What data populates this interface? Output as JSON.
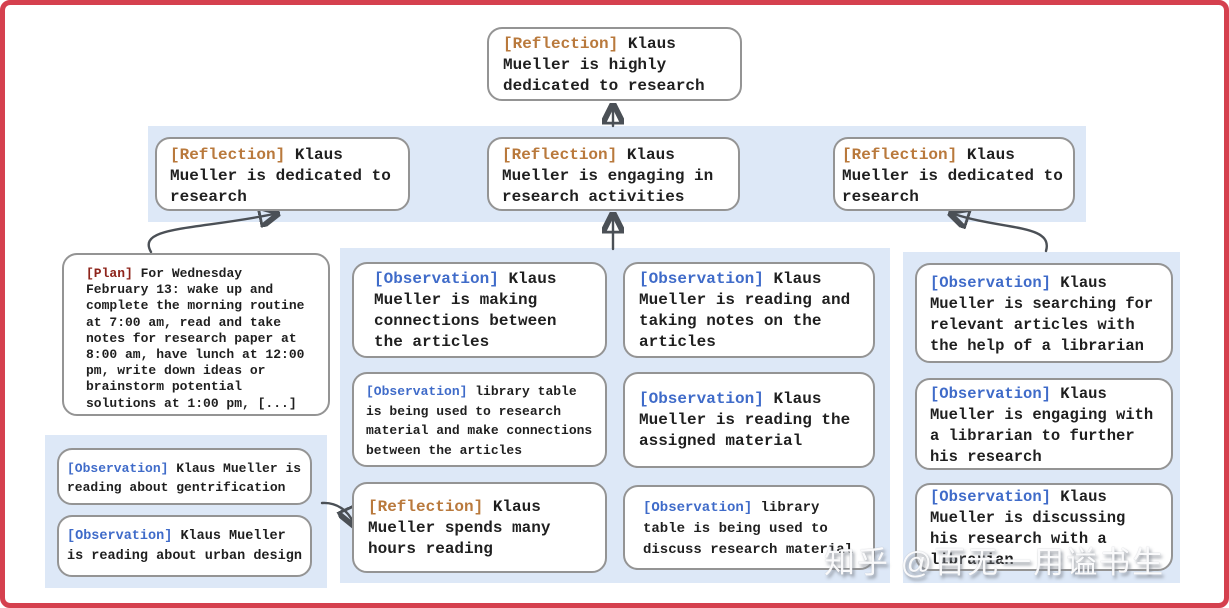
{
  "colors": {
    "frame_border": "#d5404e",
    "panel_blue": "#dde8f7",
    "box_border": "#949494",
    "reflection_tag": "#b9793c",
    "observation_tag": "#3f6bc9",
    "plan_tag": "#8e241b",
    "arrow": "#4b5056"
  },
  "watermark": {
    "text": "知乎 @百无一用谥书生"
  },
  "nodes": {
    "top": {
      "tag": "[Reflection]",
      "text": "Klaus Mueller is highly dedicated to research"
    },
    "r2b1": {
      "tag": "[Reflection]",
      "text": "Klaus Mueller is dedicated to research"
    },
    "r2b2": {
      "tag": "[Reflection]",
      "text": "Klaus Mueller is engaging in research activities"
    },
    "r2b3": {
      "tag": "[Reflection]",
      "text": "Klaus Mueller is dedicated to research"
    },
    "plan": {
      "tag": "[Plan]",
      "text": "For Wednesday February 13: wake up and complete the morning routine at 7:00 am, read and take notes for research paper at 8:00 am, have lunch at 12:00 pm, write down ideas or brainstorm potential solutions at 1:00 pm, [...]"
    },
    "lob1": {
      "tag": "[Observation]",
      "text": "Klaus Mueller is reading about gentrification"
    },
    "lob2": {
      "tag": "[Observation]",
      "text": "Klaus Mueller is reading about urban design"
    },
    "m1": {
      "tag": "[Observation]",
      "text": "Klaus Mueller is making connections between the articles"
    },
    "m2": {
      "tag": "[Observation]",
      "text": "library table is being used to research material and make connections between the articles"
    },
    "m3": {
      "tag": "[Reflection]",
      "text": "Klaus Mueller spends many hours reading"
    },
    "mr1": {
      "tag": "[Observation]",
      "text": "Klaus Mueller is reading and taking notes on the articles"
    },
    "mr2": {
      "tag": "[Observation]",
      "text": "Klaus Mueller is reading the assigned material"
    },
    "mr3": {
      "tag": "[Observation]",
      "text": "library table is being used to discuss research material"
    },
    "rb1": {
      "tag": "[Observation]",
      "text": "Klaus Mueller is searching for relevant articles with the help of a librarian"
    },
    "rb2": {
      "tag": "[Observation]",
      "text": "Klaus Mueller is engaging with a librarian to further his research"
    },
    "rb3": {
      "tag": "[Observation]",
      "text": "Klaus Mueller is discussing his research with a librarian"
    }
  }
}
